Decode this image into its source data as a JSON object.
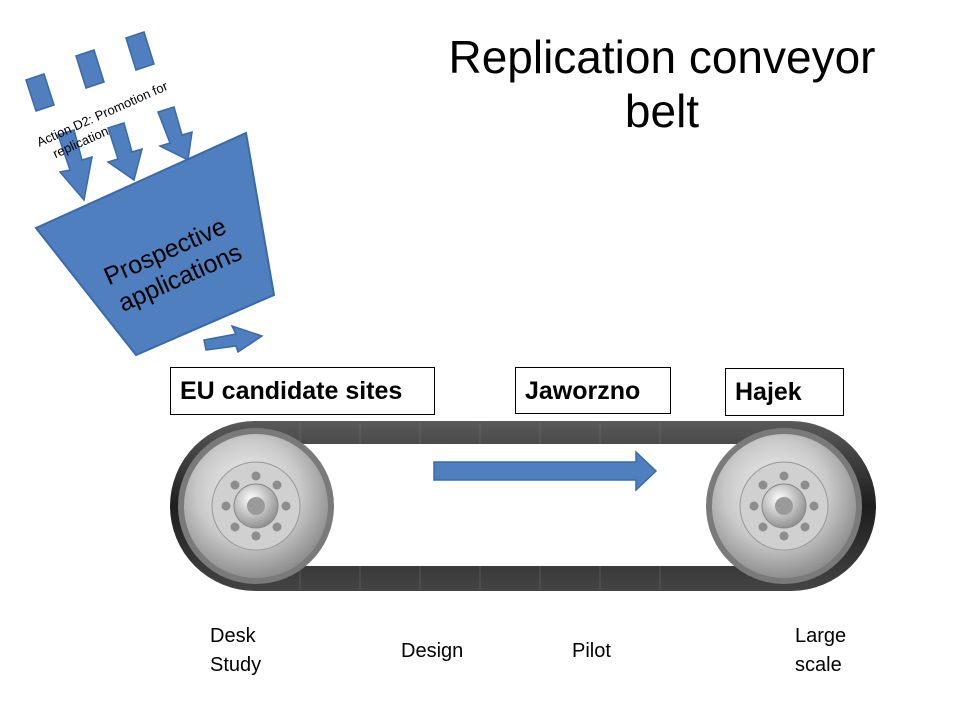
{
  "title": {
    "line1": "Replication conveyor",
    "line2": "belt"
  },
  "funnel": {
    "action_line1": "Action D2: Promotion for",
    "action_line2": "replication",
    "label_line1": "Prospective",
    "label_line2": "applications",
    "color": "#4F7FBF"
  },
  "sites": [
    {
      "label": "EU candidate sites"
    },
    {
      "label": "Jaworzno"
    },
    {
      "label": "Hajek"
    }
  ],
  "stages": {
    "desk_line1": "Desk",
    "desk_line2": "Study",
    "design": "Design",
    "pilot": "Pilot",
    "large_line1": "Large",
    "large_line2": "scale"
  },
  "arrow": {
    "direction": "right",
    "color": "#4F7FBF"
  }
}
